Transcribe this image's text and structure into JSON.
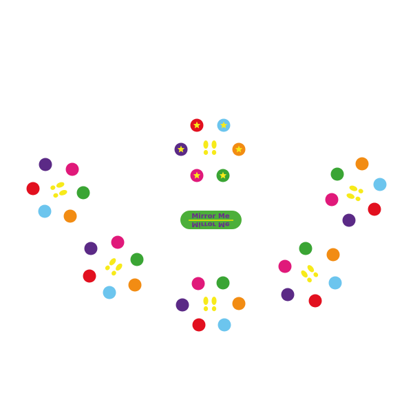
{
  "badge": {
    "text": "Mirror Me",
    "mirrored_text": "Mirror Me",
    "fill": "#4caf3a",
    "text_color": "#6a2a8e",
    "line_color": "#f2e600"
  },
  "colors": {
    "red": "#e2101f",
    "pink": "#e0197a",
    "purple": "#5b2a86",
    "green": "#3aa534",
    "orange": "#f28c13",
    "blue": "#6cc5ee",
    "yellow": "#f7ea1a"
  },
  "stations": [
    {
      "name": "center-top",
      "dots": [
        "red",
        "blue",
        "purple",
        "orange",
        "pink",
        "green"
      ],
      "stars": true
    },
    {
      "name": "left-upper",
      "dots": [
        "purple",
        "pink",
        "red",
        "green",
        "blue",
        "orange"
      ],
      "stars": false
    },
    {
      "name": "left-lower",
      "dots": [
        "purple",
        "pink",
        "red",
        "green",
        "blue",
        "orange"
      ],
      "stars": false
    },
    {
      "name": "bottom-center",
      "dots": [
        "pink",
        "green",
        "purple",
        "orange",
        "red",
        "blue"
      ],
      "stars": false
    },
    {
      "name": "right-lower",
      "dots": [
        "green",
        "pink",
        "orange",
        "purple",
        "blue",
        "red"
      ],
      "stars": false
    },
    {
      "name": "right-upper",
      "dots": [
        "orange",
        "green",
        "blue",
        "pink",
        "red",
        "purple"
      ],
      "stars": false
    }
  ],
  "icons": {
    "star": "star-icon",
    "footprint": "footprint-icon"
  }
}
